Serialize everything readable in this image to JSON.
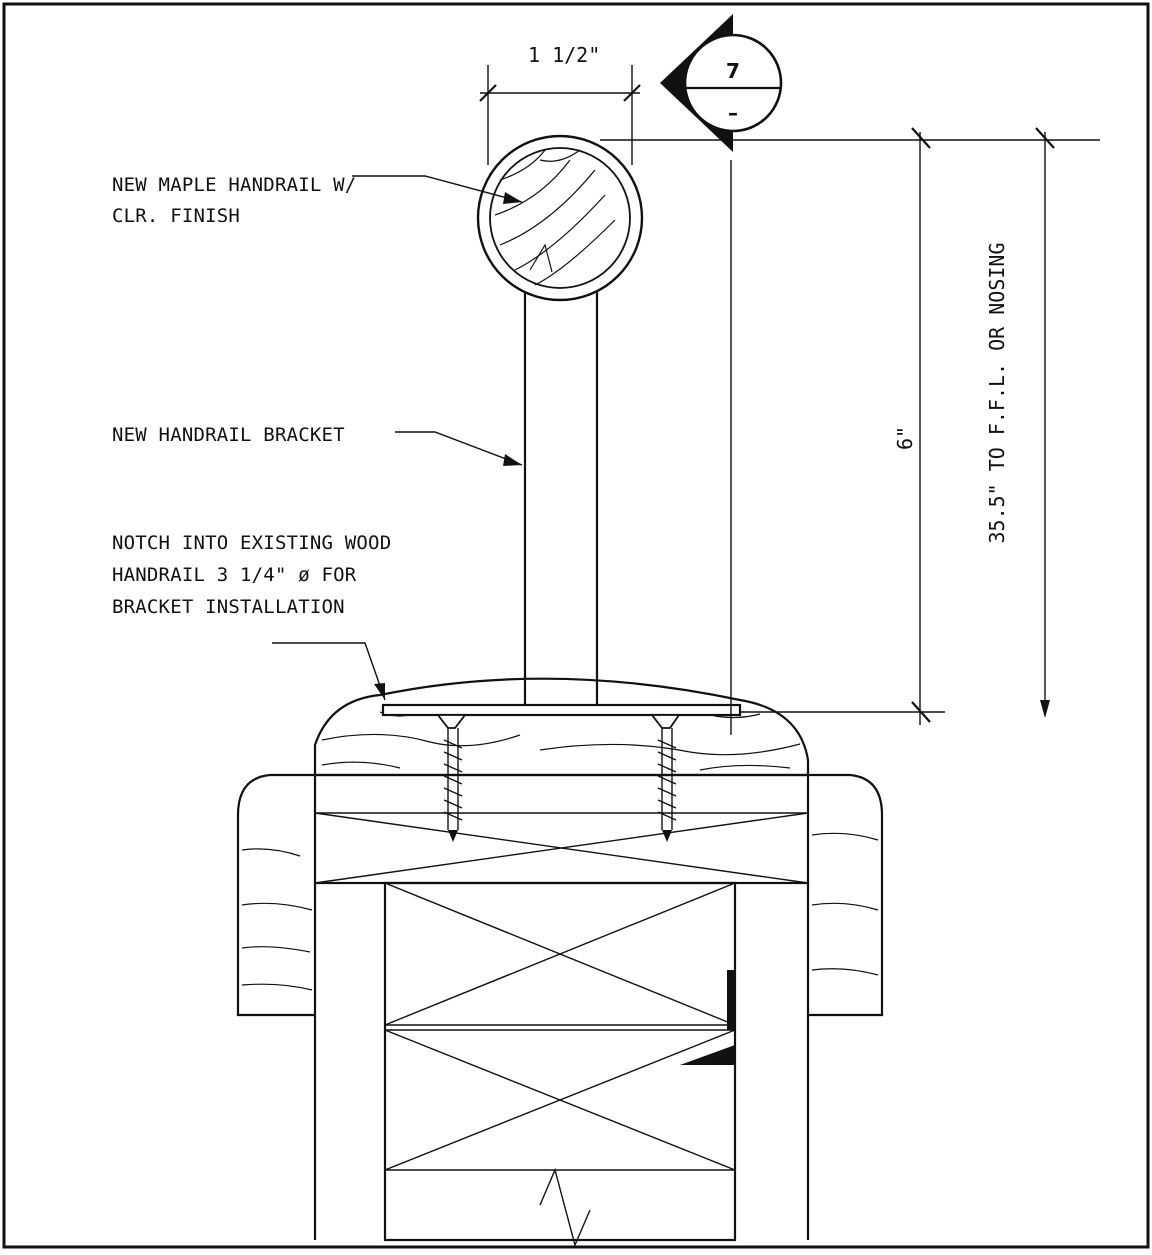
{
  "labels": {
    "handrail_line1": "NEW MAPLE HANDRAIL W/",
    "handrail_line2": "CLR. FINISH",
    "bracket": "NEW HANDRAIL BRACKET",
    "notch_line1": "NOTCH INTO EXISTING WOOD",
    "notch_line2": "HANDRAIL 3 1/4\" ø FOR",
    "notch_line3": "BRACKET INSTALLATION"
  },
  "dimensions": {
    "width": "1 1/2\"",
    "height": "6\"",
    "to_floor": "35.5\" TO F.F.L. OR NOSING"
  },
  "section_tag": {
    "number": "7",
    "sheet": "–"
  }
}
